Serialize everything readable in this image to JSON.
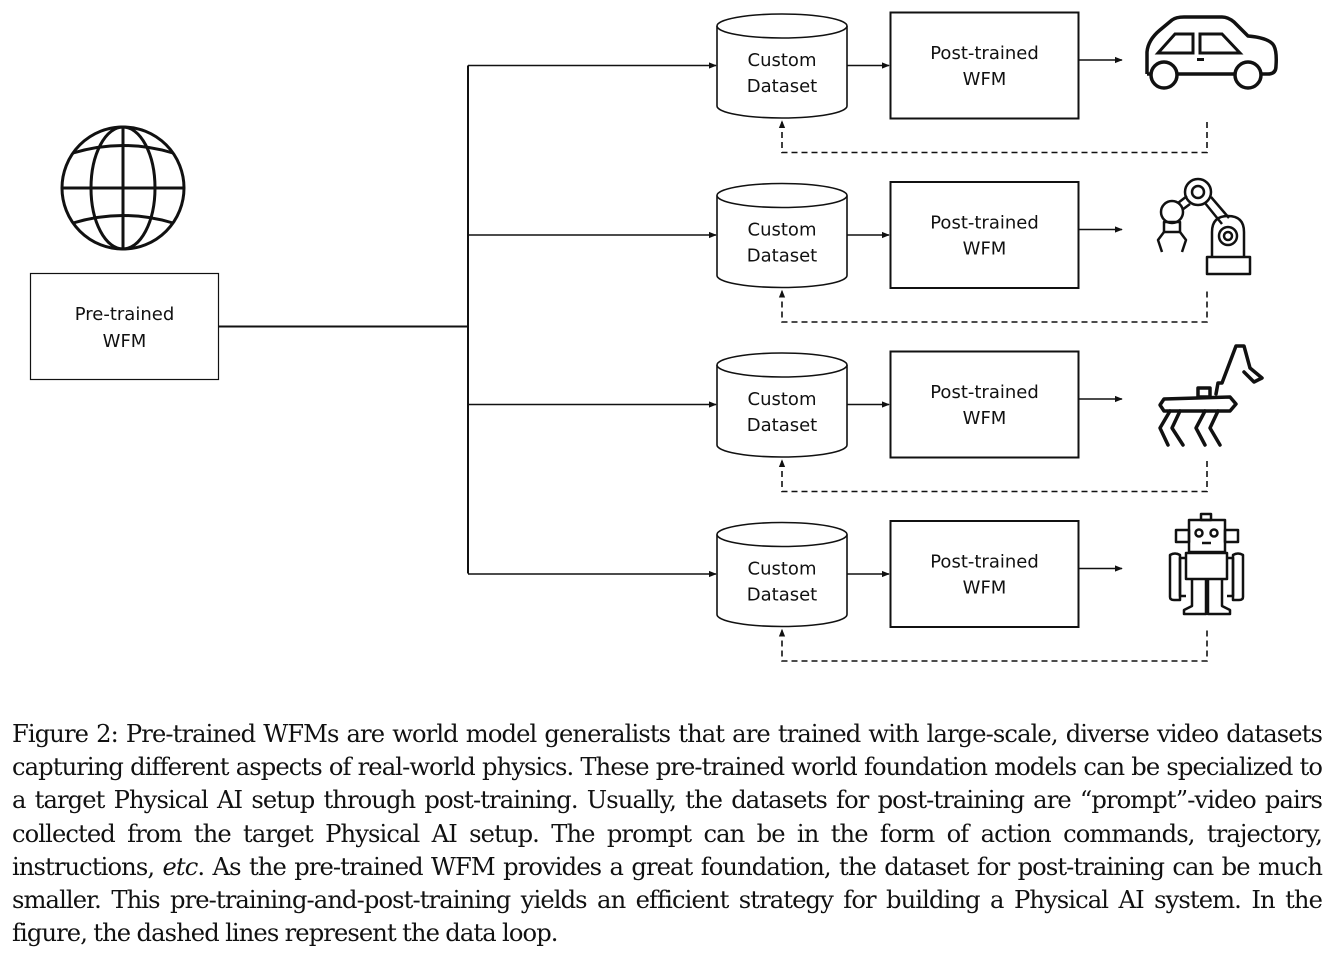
{
  "figure": {
    "source_node": {
      "label_line1": "Pre-trained",
      "label_line2": "WFM",
      "icon": "globe-icon"
    },
    "branches": [
      {
        "dataset_line1": "Custom",
        "dataset_line2": "Dataset",
        "model_line1": "Post-trained",
        "model_line2": "WFM",
        "target_icon": "car-icon",
        "target": "car"
      },
      {
        "dataset_line1": "Custom",
        "dataset_line2": "Dataset",
        "model_line1": "Post-trained",
        "model_line2": "WFM",
        "target_icon": "robot-arm-icon",
        "target": "robot arm"
      },
      {
        "dataset_line1": "Custom",
        "dataset_line2": "Dataset",
        "model_line1": "Post-trained",
        "model_line2": "WFM",
        "target_icon": "quadruped-robot-icon",
        "target": "quadruped robot"
      },
      {
        "dataset_line1": "Custom",
        "dataset_line2": "Dataset",
        "model_line1": "Post-trained",
        "model_line2": "WFM",
        "target_icon": "humanoid-robot-icon",
        "target": "humanoid robot"
      }
    ],
    "loop_style": "dashed"
  },
  "caption": {
    "prefix": "Figure 2: Pre-trained WFMs are world model generalists that are trained with large-scale, diverse video datasets capturing different aspects of real-world physics. These pre-trained world foundation models can be specialized to a target Physical AI setup through post-training. Usually, the datasets for post-training are “prompt”-video pairs collected from the target Physical AI setup. The prompt can be in the form of action commands, trajectory, instructions, ",
    "italic": "etc",
    "suffix": ". As the pre-trained WFM provides a great foundation, the dataset for post-training can be much smaller. This pre-training-and-post-training yields an efficient strategy for building a Physical AI system. In the figure, the dashed lines represent the data loop."
  }
}
